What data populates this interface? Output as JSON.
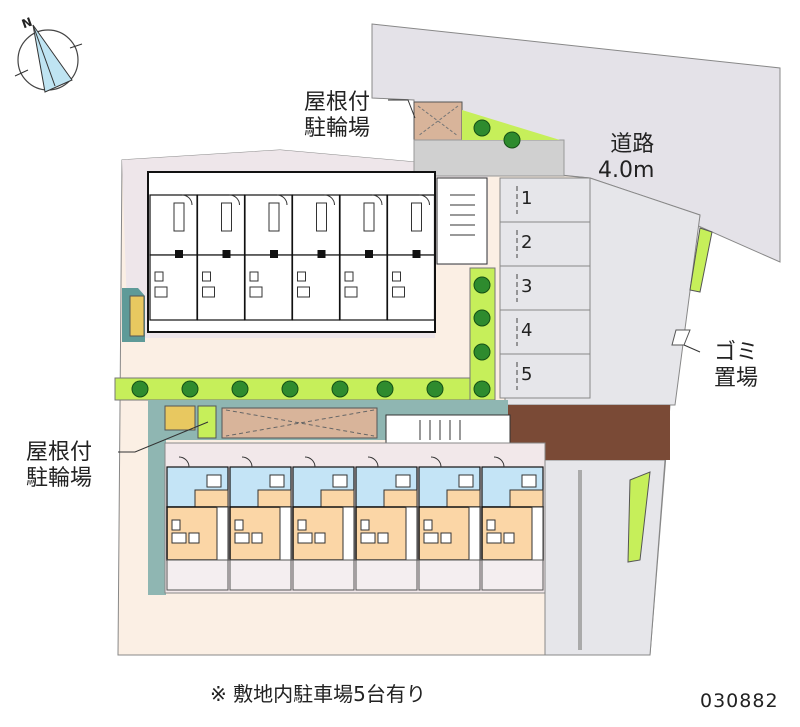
{
  "compass": {
    "north_label": "N"
  },
  "labels": {
    "bike_parking_top": [
      "屋根付",
      "駐輪場"
    ],
    "bike_parking_left": [
      "屋根付",
      "駐輪場"
    ],
    "road": [
      "道路",
      "4.0m"
    ],
    "garbage": [
      "ゴミ",
      "置場"
    ]
  },
  "parking_spaces": [
    "1",
    "2",
    "3",
    "4",
    "5"
  ],
  "footer": {
    "note": "※ 敷地内駐車場5台有り",
    "code": "030882"
  },
  "colors": {
    "road": "#e4e2e8",
    "green": "#c6ef5a",
    "tree": "#2e8b2e",
    "unit_blue": "#c4e4f6",
    "unit_peach": "#fbd6a6",
    "site": "#fbefe4",
    "brick": "#7a4a36"
  }
}
